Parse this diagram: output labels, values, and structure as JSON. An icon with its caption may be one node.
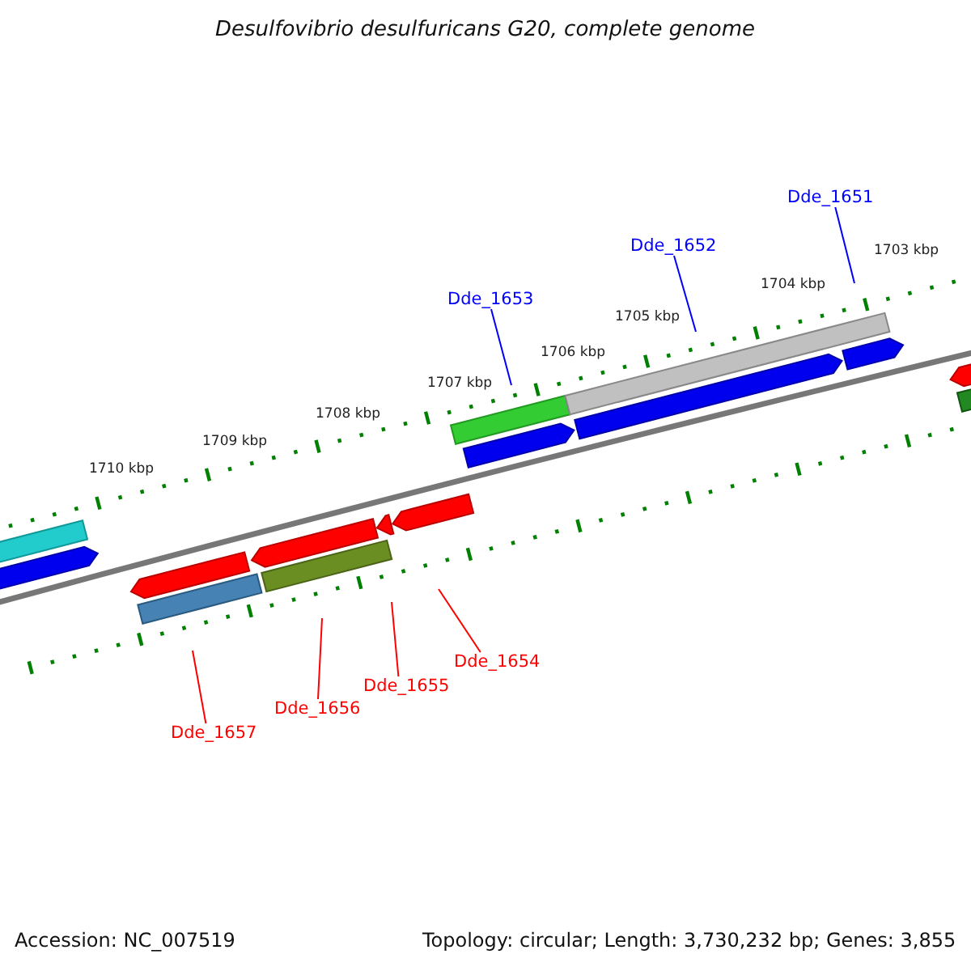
{
  "diagram": {
    "title": "Desulfovibrio desulfuricans G20, complete genome",
    "nodes": [
      {
        "text": [
          "Dde_1651"
        ]
      },
      {
        "text": [
          "Dde_1652"
        ]
      },
      {
        "text": [
          "Dde_1653"
        ]
      },
      {
        "text": [
          "Dde_1654"
        ]
      },
      {
        "text": [
          "Dde_1655"
        ]
      },
      {
        "text": [
          "Dde_1656"
        ]
      },
      {
        "text": [
          "Dde_1657"
        ]
      }
    ],
    "edges": [
      {
        "from": 0,
        "to": null,
        "arrow": "none",
        "color": "#0000ff"
      },
      {
        "from": 1,
        "to": null,
        "arrow": "none",
        "color": "#0000ff"
      },
      {
        "from": 2,
        "to": null,
        "arrow": "none",
        "color": "#0000ff"
      },
      {
        "from": 3,
        "to": null,
        "arrow": "none",
        "color": "#ff0000"
      },
      {
        "from": 4,
        "to": null,
        "arrow": "none",
        "color": "#ff0000"
      },
      {
        "from": 5,
        "to": null,
        "arrow": "none",
        "color": "#ff0000"
      },
      {
        "from": 6,
        "to": null,
        "arrow": "none",
        "color": "#ff0000"
      }
    ],
    "labels": [
      "1703 kbp",
      "1704 kbp",
      "1705 kbp",
      "1706 kbp",
      "1707 kbp",
      "1708 kbp",
      "1709 kbp",
      "1710 kbp",
      "Accession: NC_007519",
      "Topology: circular; Length: 3,730,232 bp; Genes: 3,855"
    ]
  }
}
